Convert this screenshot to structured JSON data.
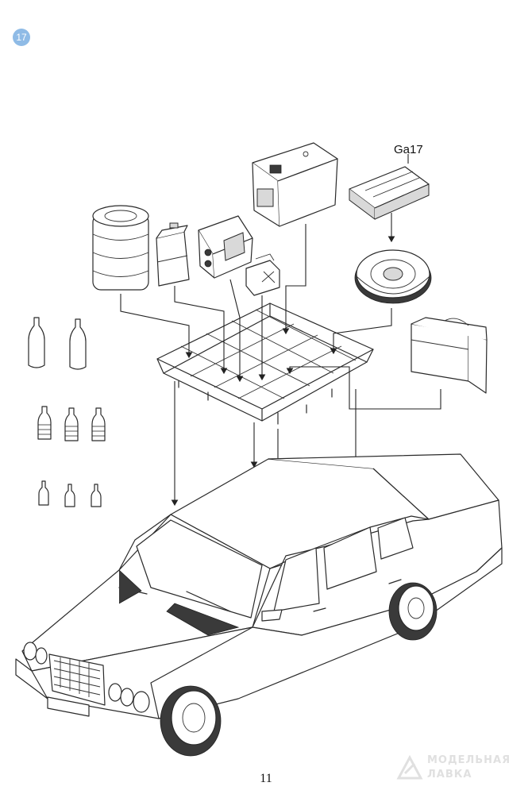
{
  "step": {
    "number": "17"
  },
  "part_label": "Ga17",
  "page_number": "11",
  "watermark": {
    "line1": "МОДЕЛЬНАЯ",
    "line2": "ЛАВКА"
  },
  "colors": {
    "badge": "#8fbbe6",
    "line": "#2a2a2a"
  }
}
